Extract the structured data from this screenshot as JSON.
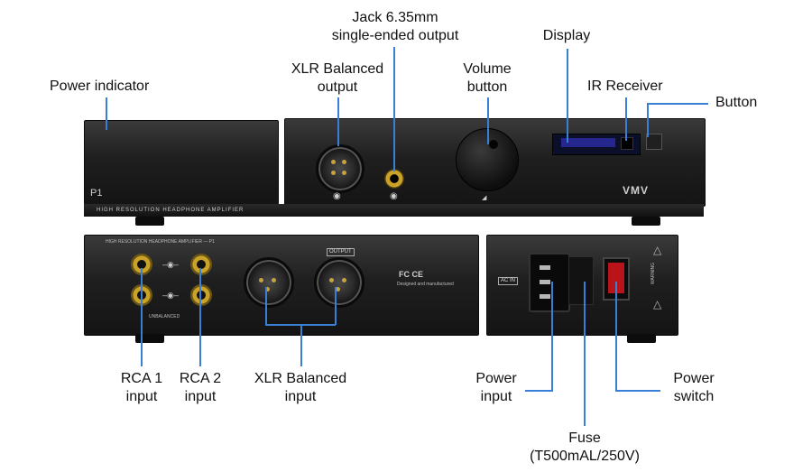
{
  "callouts": {
    "power_indicator": "Power indicator",
    "xlr_output": [
      "XLR Balanced",
      "output"
    ],
    "jack_output": [
      "Jack 6.35mm",
      "single-ended output"
    ],
    "volume": [
      "Volume",
      "button"
    ],
    "display": "Display",
    "ir_receiver": "IR Receiver",
    "button": "Button",
    "rca1": [
      "RCA 1",
      "input"
    ],
    "rca2": [
      "RCA 2",
      "input"
    ],
    "xlr_input": [
      "XLR Balanced",
      "input"
    ],
    "power_input": [
      "Power",
      "input"
    ],
    "fuse": [
      "Fuse",
      "(T500mAL/250V)"
    ],
    "power_switch": [
      "Power",
      "switch"
    ]
  },
  "device": {
    "front_model": "P1",
    "front_bar_text": "HIGH RESOLUTION HEADPHONE AMPLIFIER",
    "front_brand": "VMV",
    "rear_header": "HIGH RESOLUTION HEADPHONE AMPLIFIER — P1",
    "rear_unbalanced": "UNBALANCED",
    "rear_output_tag": "OUTPUT",
    "rear_cert": "FC CE",
    "rear_made_in": "Designed and manufactured",
    "rear_ac_tag": "AC IN",
    "rear_warning": "WARNING"
  },
  "colors": {
    "callout_line": "#3a7fd6",
    "label_text": "#111111",
    "chassis": "#1a1a1a"
  }
}
